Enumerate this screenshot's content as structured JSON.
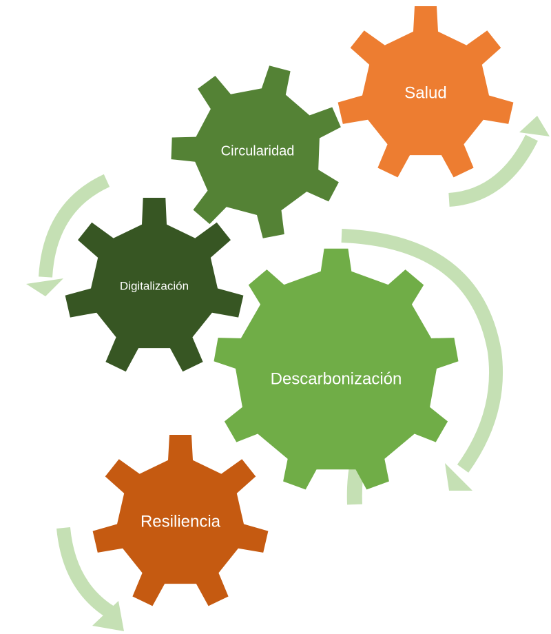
{
  "diagram": {
    "gears": [
      {
        "id": "salud",
        "label": "Salud",
        "color": "#ED7D31"
      },
      {
        "id": "circularidad",
        "label": "Circularidad",
        "color": "#548235"
      },
      {
        "id": "digitalizacion",
        "label": "Digitalización",
        "color": "#375623"
      },
      {
        "id": "descarbonizacion",
        "label": "Descarbonización",
        "color": "#70AD47"
      },
      {
        "id": "resiliencia",
        "label": "Resiliencia",
        "color": "#C55A11"
      }
    ],
    "arrow_color": "#C5E0B4"
  }
}
